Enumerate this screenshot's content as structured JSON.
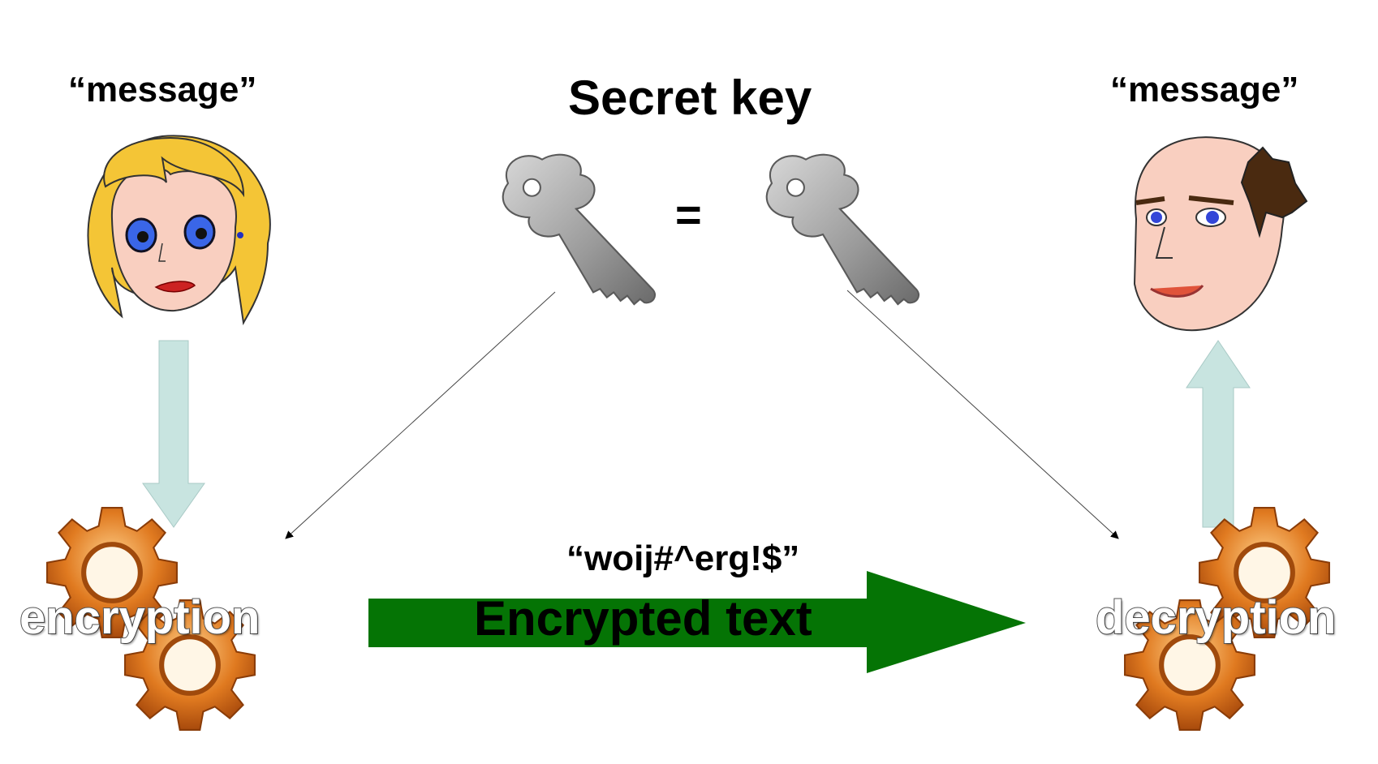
{
  "left_party": {
    "message_label": "“message”"
  },
  "right_party": {
    "message_label": "“message”"
  },
  "key": {
    "title": "Secret key",
    "equals_sign": "="
  },
  "channel": {
    "ciphertext": "“woij#^erg!$”",
    "label": "Encrypted text"
  },
  "process": {
    "encrypt_label": "encryption",
    "decrypt_label": "decryption"
  },
  "colors": {
    "arrow_light": "#c8e4e0",
    "channel_arrow": "#057405",
    "gear_orange": "#e07a20",
    "key_gray": "#9a9a9a",
    "hair_blonde": "#f4c536",
    "skin": "#f9cfc0",
    "hair_brown": "#4a2a10"
  },
  "icons": [
    "woman-face-icon",
    "man-face-icon",
    "key-icon",
    "gear-icon"
  ]
}
